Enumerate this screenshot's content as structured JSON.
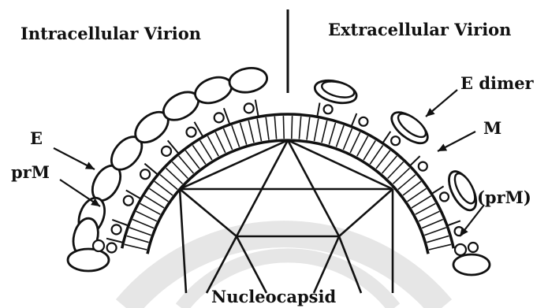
{
  "labels": {
    "intracellular": "Intracellular Virion",
    "extracellular": "Extracellular Virion",
    "e": "E",
    "prm": "prM",
    "e_dimer": "E dimer",
    "m": "M",
    "prm_paren": "(prM)",
    "nucleocapsid": "Nucleocapsid"
  },
  "colors": {
    "ink": "#111111",
    "background": "#ffffff",
    "watermark": "#e6e6e6"
  }
}
